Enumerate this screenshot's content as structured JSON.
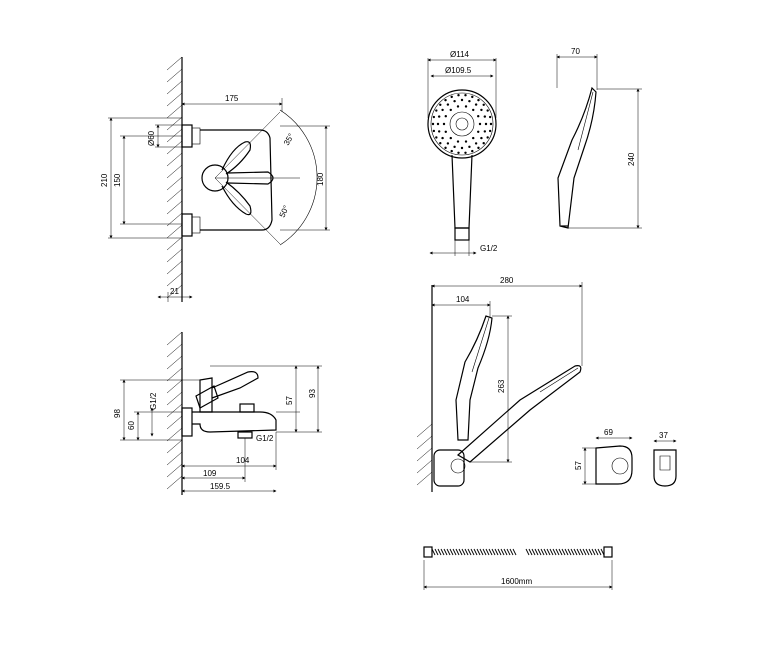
{
  "labels": {
    "w175": "175",
    "d60": "Ø60",
    "ang35": "35°",
    "h210": "210",
    "h150": "150",
    "h180": "180",
    "ang50": "50°",
    "w21": "21",
    "d114": "Ø114",
    "d109": "Ø109.5",
    "w70": "70",
    "h240": "240",
    "g12a": "G1/2",
    "g12b": "G1/2",
    "g12c": "G1/2",
    "h98": "98",
    "h60": "60",
    "h57": "57",
    "h93": "93",
    "w104": "104",
    "w109": "109",
    "w159": "159.5",
    "w280": "280",
    "w104b": "104",
    "h263": "263",
    "w69": "69",
    "w37": "37",
    "h57b": "57",
    "len1600": "1600mm"
  }
}
